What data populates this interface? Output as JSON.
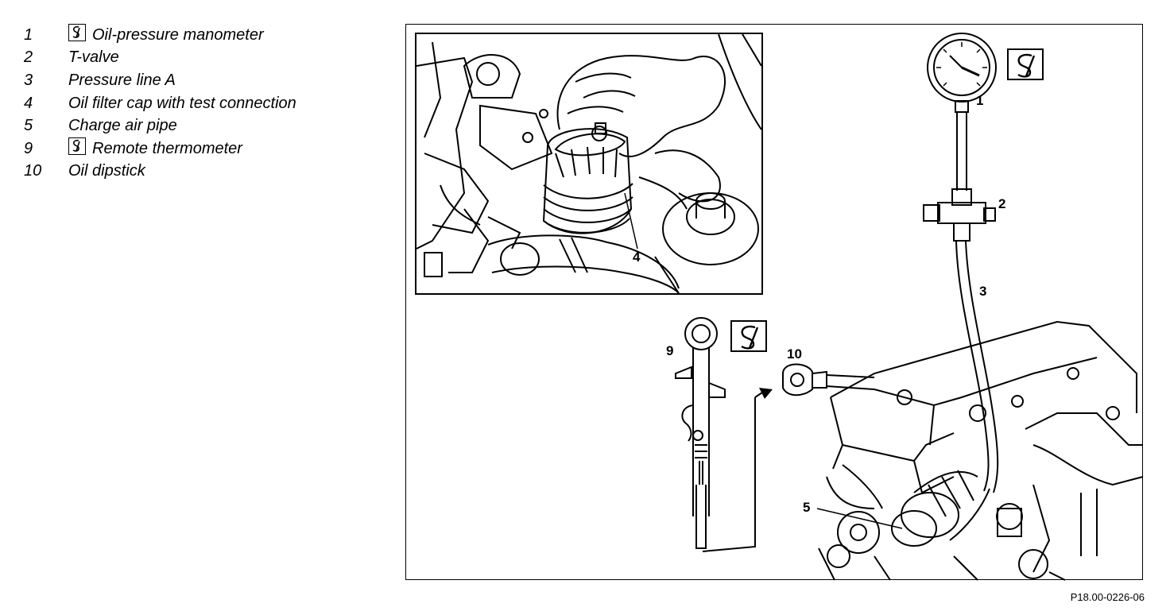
{
  "legend": [
    {
      "num": "1",
      "label": "Oil-pressure manometer",
      "tool_icon": "special-tool-icon"
    },
    {
      "num": "2",
      "label": "T-valve"
    },
    {
      "num": "3",
      "label": "Pressure line A"
    },
    {
      "num": "4",
      "label": "Oil filter cap with test connection"
    },
    {
      "num": "5",
      "label": "Charge air pipe"
    },
    {
      "num": "9",
      "label": "Remote thermometer",
      "tool_icon": "special-tool-icon"
    },
    {
      "num": "10",
      "label": "Oil dipstick"
    }
  ],
  "callouts": {
    "c1": "1",
    "c2": "2",
    "c3": "3",
    "c4": "4",
    "c5": "5",
    "c9": "9",
    "c10": "10"
  },
  "figure_ref": "P18.00-0226-06"
}
